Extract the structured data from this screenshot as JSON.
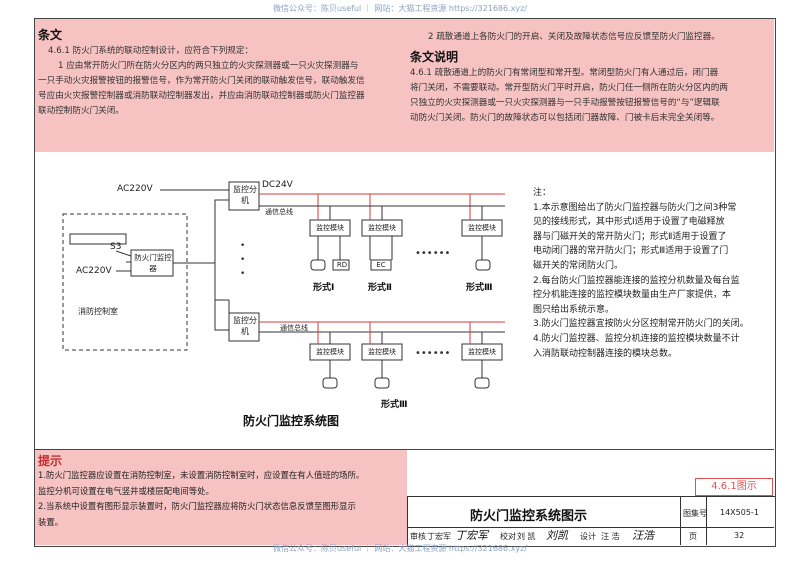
{
  "watermark": {
    "top": "微信公众号：陈贝useful ｜ 网站：大猫工程资源 https://321686.xyz/",
    "bottom": "微信公众号：陈贝useful ｜ 网站：大猫工程资源 https://321686.xyz/"
  },
  "clause": {
    "heading": "条文",
    "intro": "4.6.1  防火门系统的联动控制设计，应符合下列规定：",
    "item1_lines": [
      "1  应由常开防火门所在防火分区内的两只独立的火灾探测器或一只火灾探测器与",
      "一只手动火灾报警按钮的报警信号，作为常开防火门关闭的联动触发信号，联动触发信",
      "号应由火灾报警控制器或消防联动控制器发出，并应由消防联动控制器或防火门监控器",
      "联动控制防火门关闭。"
    ],
    "item2": "2  疏散通道上各防火门的开启、关闭及故障状态信号应反馈至防火门监控器。"
  },
  "explanation": {
    "heading": "条文说明",
    "lines": [
      "4.6.1  疏散通道上的防火门有常闭型和常开型。常闭型防火门有人通过后，闭门器",
      "将门关闭，不需要联动。常开型防火门平时开启，防火门任一侧所在防火分区内的两",
      "只独立的火灾探测器或一只火灾探测器与一只手动报警按钮报警信号的“与”逻辑联",
      "动防火门关闭。防火门的故障状态可以包括闭门器故障、门被卡后未完全关闭等。"
    ]
  },
  "diagram": {
    "title": "防火门监控系统图",
    "ac_top": "AC220V",
    "ac_room": "AC220V",
    "dc_label": "DC24V",
    "bus_label": "通信总线",
    "bus_label_lower": "通信总线",
    "distributor": "监控分机",
    "distributor_lower": "监控分机",
    "switch_label": "S3",
    "fire_door_monitor": "防火门监控器",
    "control_room": "消防控制室",
    "module": "监控模块",
    "rd": "RD",
    "ec": "EC",
    "form1": "形式Ⅰ",
    "form2": "形式Ⅱ",
    "form3": "形式Ⅲ",
    "form3_lower": "形式Ⅲ",
    "dots": "••••••"
  },
  "notes": {
    "heading": "注：",
    "lines": [
      "1.本示意图给出了防火门监控器与防火门之间3种常",
      "   见的接线形式，其中形式Ⅰ适用于设置了电磁释放",
      "   器与门磁开关的常开防火门；形式Ⅱ适用于设置了",
      "   电动闭门器的常开防火门；形式Ⅲ适用于设置了门",
      "   磁开关的常闭防火门。",
      "2.每台防火门监控器能连接的监控分机数量及每台监",
      "   控分机能连接的监控模块数量由生产厂家提供，本",
      "   图只给出系统示意。",
      "3.防火门监控器宜按防火分区控制常开防火门的关闭。",
      "4.防火门监控器、监控分机连接的监控模块数量不计",
      "   入消防联动控制器连接的模块总数。"
    ]
  },
  "tip": {
    "heading": "提示",
    "lines": [
      "1.防火门监控器应设置在消防控制室，未设置消防控制室时，应设置在有人值班的场所。",
      "   监控分机可设置在电气竖井或楼层配电间等处。",
      "2.当系统中设置有图形显示装置时，防火门监控器应将防火门状态信息反馈至图形显示",
      "   装置。"
    ]
  },
  "title_block": {
    "tag": "4.6.1图示",
    "drawing_title": "防火门监控系统图示",
    "atlas_label": "图集号",
    "atlas_no": "14X505-1",
    "page_label": "页",
    "page_no": "32",
    "review_label": "审核",
    "review_name": "丁宏军",
    "check_label": "校对",
    "check_name": "刘 凯",
    "design_label": "设计",
    "design_name": "汪 浩",
    "sig1": "丁宏军",
    "sig2": "刘凯",
    "sig3": "汪浩"
  },
  "colors": {
    "pink": "#f6c2c2",
    "line_red": "#d23a3a",
    "tag_red": "#e05050"
  }
}
